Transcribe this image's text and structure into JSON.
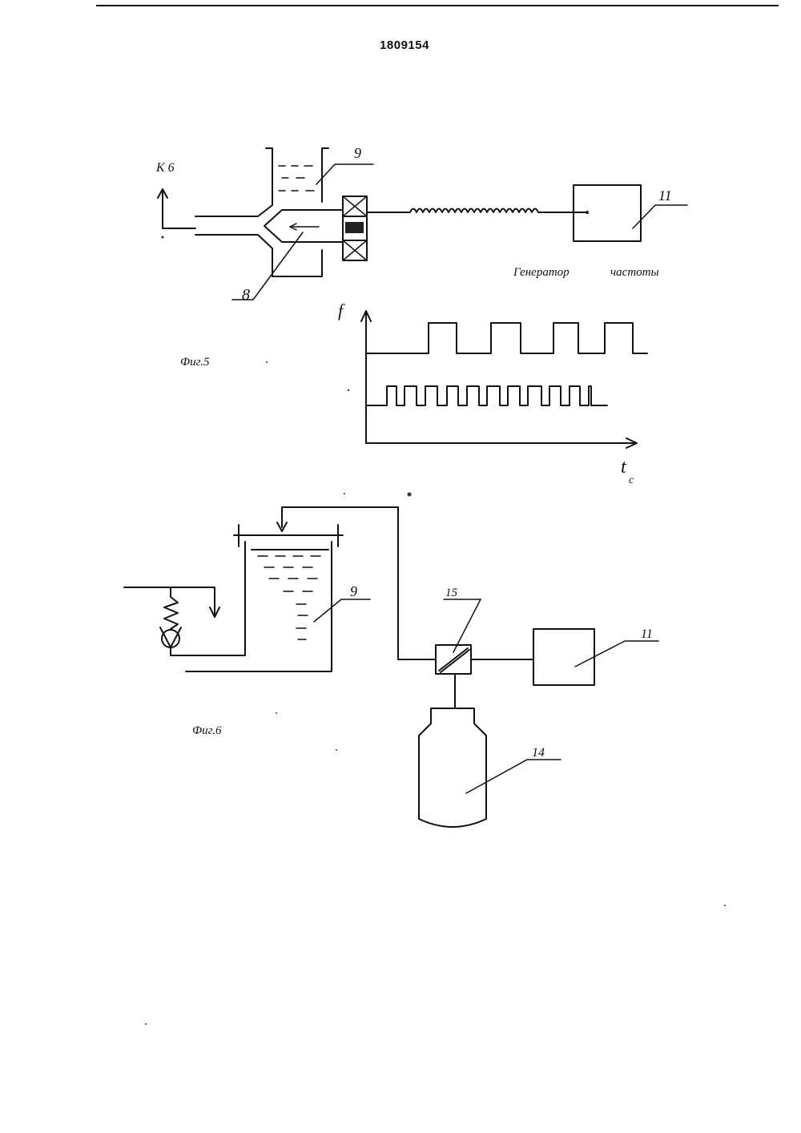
{
  "document_number": "1809154",
  "fig5": {
    "caption": "Фиг.5",
    "label_to6": "К 6",
    "label_9": "9",
    "label_8": "8",
    "label_11": "11",
    "generator_caption_1": "Генератор",
    "generator_caption_2": "частоты",
    "axis_y_label": "f",
    "axis_x_label": "t",
    "axis_x_subscript": "c"
  },
  "fig6": {
    "caption": "Фиг.6",
    "label_9": "9",
    "label_15": "15",
    "label_11": "11",
    "label_14": "14"
  }
}
